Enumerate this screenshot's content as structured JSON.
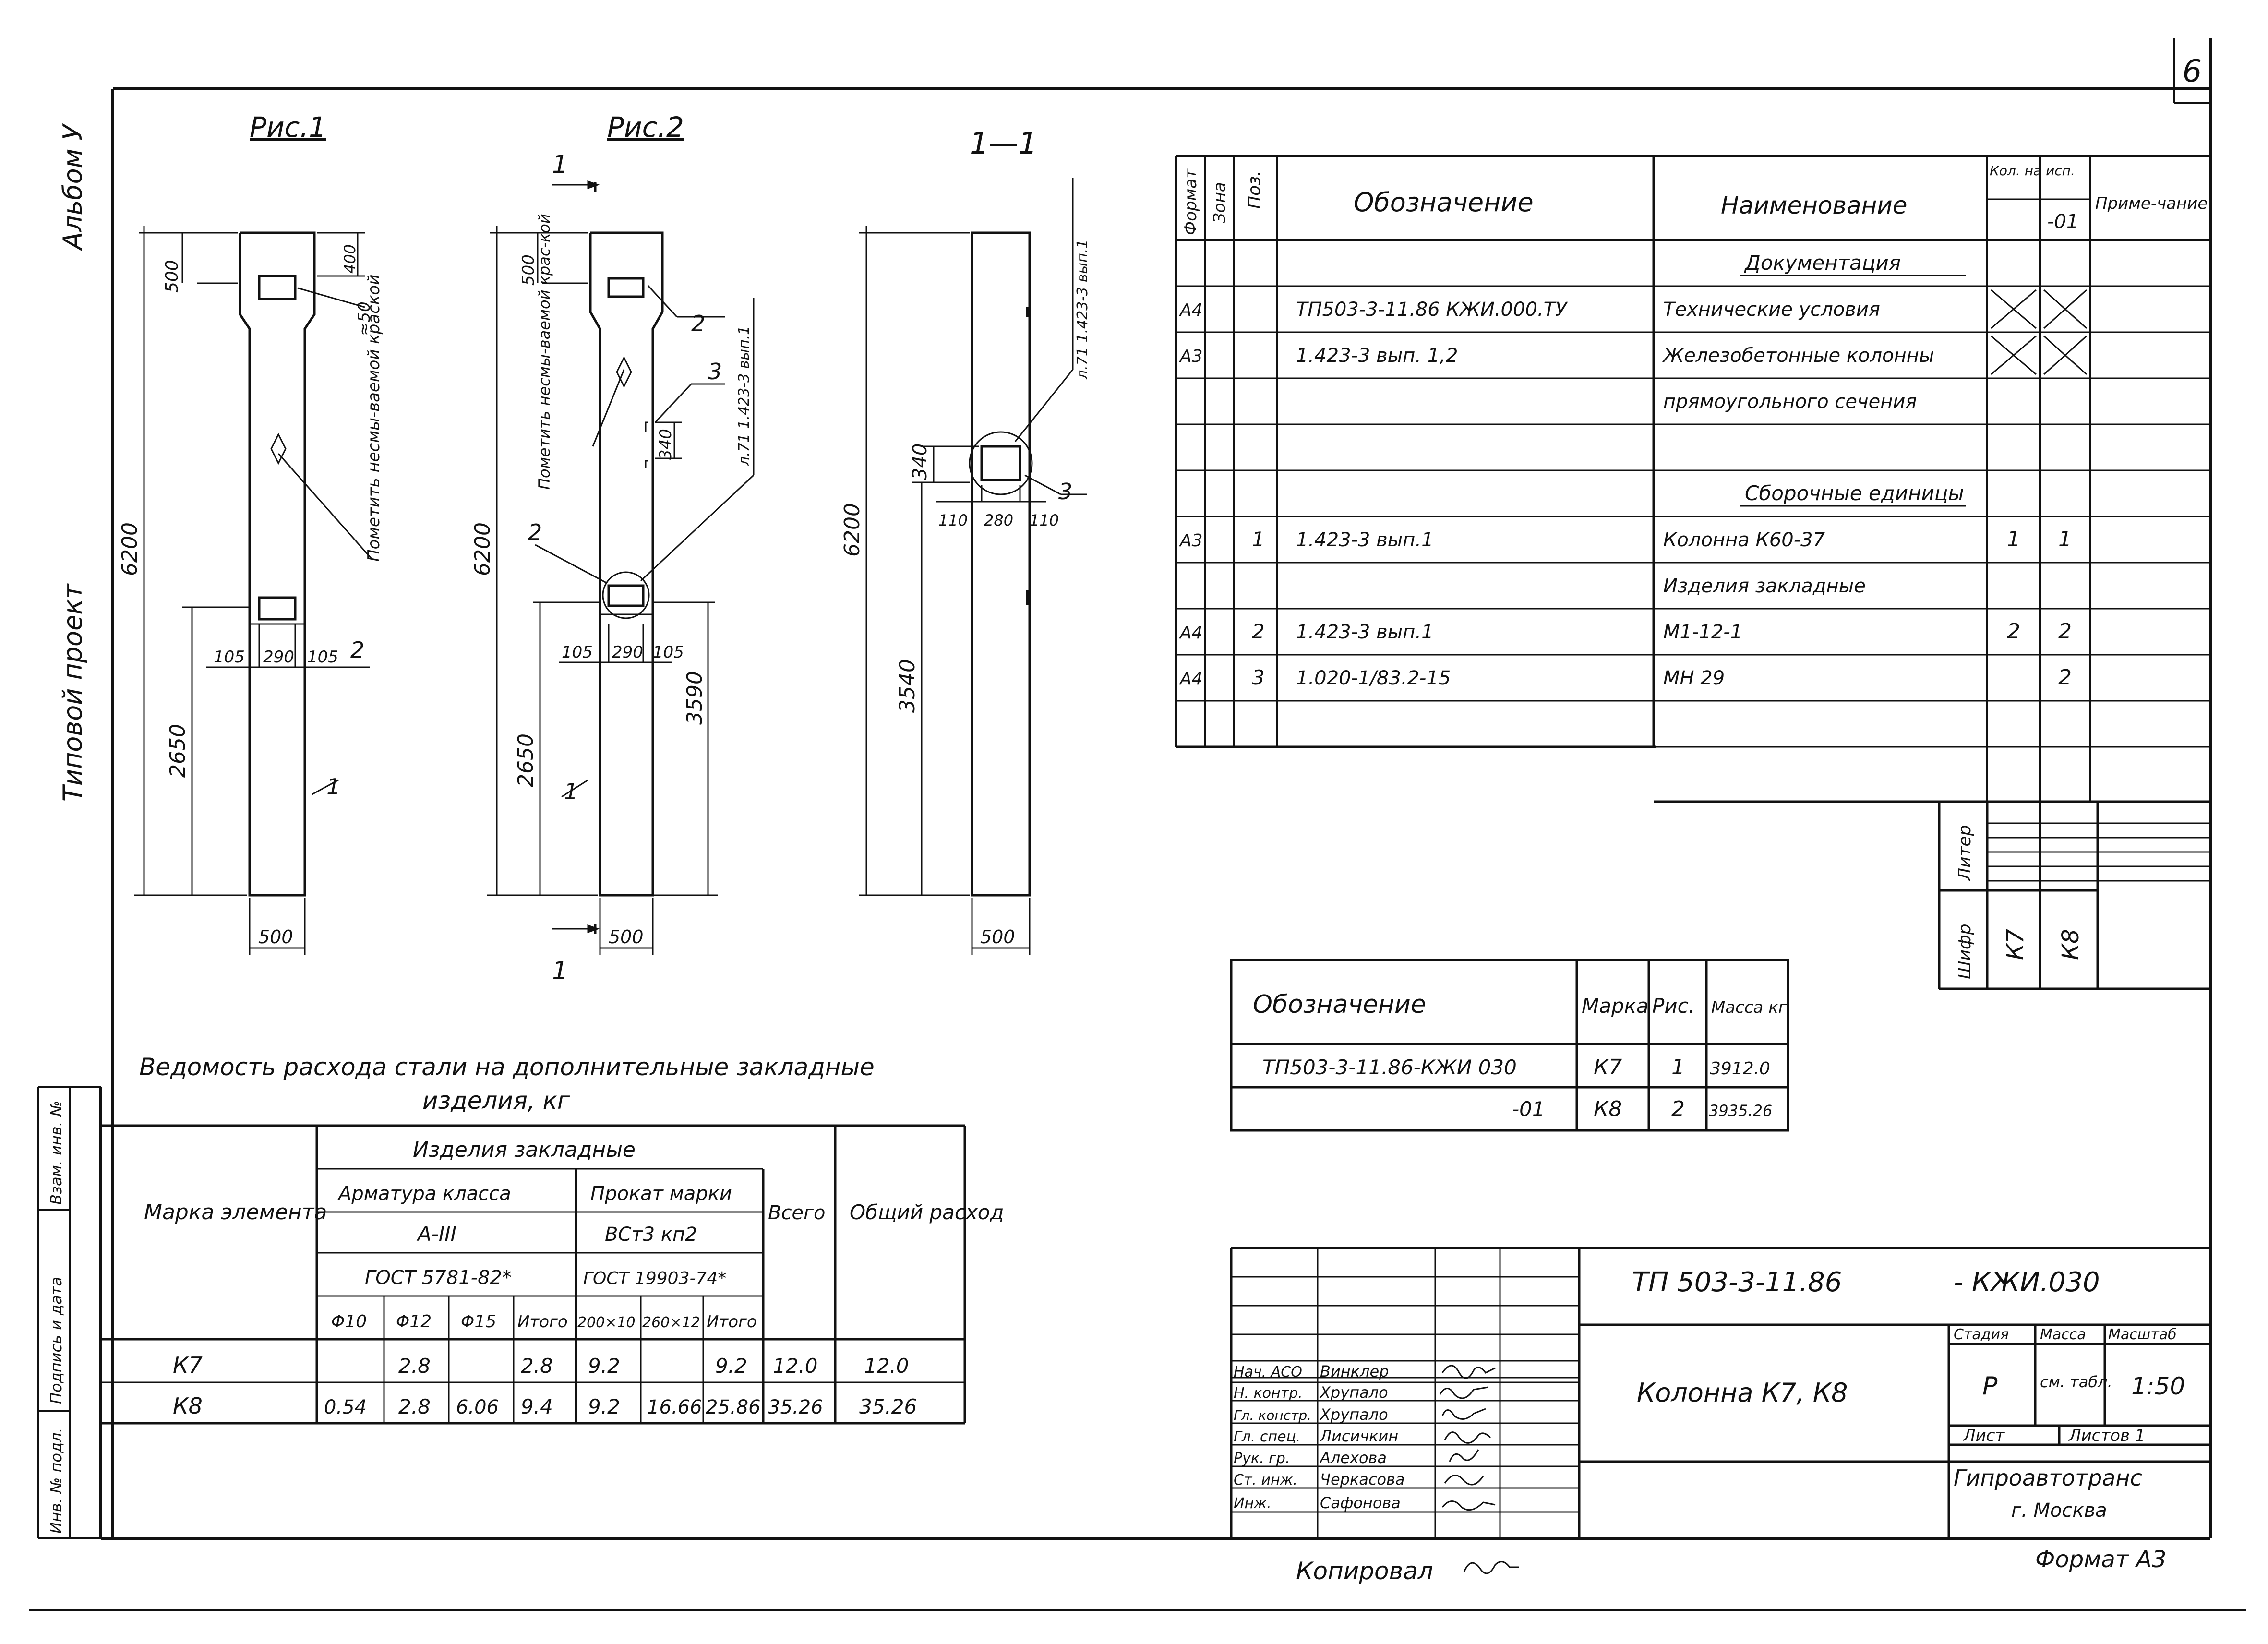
{
  "sheet": {
    "number": "6",
    "album": "Альбом У",
    "project_kind": "Типовой проект",
    "format": "Формат А3",
    "copied_by": "Копировал"
  },
  "side_stamp": [
    "Инв. № подл.",
    "Подпись и дата",
    "Взам. инв. №"
  ],
  "figures": {
    "fig1": {
      "title": "Рис.1",
      "dims": [
        "500",
        "400",
        "6200",
        "2650",
        "105",
        "290",
        "105",
        "500",
        "≈50"
      ],
      "note": "Пометить несмы-ваемой краской",
      "callouts": [
        "2",
        "1"
      ]
    },
    "fig2": {
      "title": "Рис.2",
      "dims": [
        "500",
        "6200",
        "2650",
        "3590",
        "105",
        "290",
        "105",
        "500",
        "340"
      ],
      "note": "Пометить несмы-ваемой крас-кой",
      "callouts": [
        "2",
        "3",
        "2",
        "1"
      ],
      "ref": "л.71 1.423-3 вып.1",
      "section_mark": "1"
    },
    "sec11": {
      "title": "1—1",
      "dims": [
        "6200",
        "3540",
        "340",
        "110",
        "280",
        "110",
        "500"
      ],
      "ref": "л.71 1.423-3 вып.1",
      "callouts": [
        "3"
      ]
    }
  },
  "spec_table": {
    "headers": {
      "format": "Формат",
      "zone": "Зона",
      "pos": "Поз.",
      "designation": "Обозначение",
      "name": "Наименование",
      "qty": "Кол. на исп.",
      "qty_cols": [
        "",
        "-01"
      ],
      "note": "Приме-чание"
    },
    "rows": [
      {
        "format": "",
        "zone": "",
        "pos": "",
        "designation": "",
        "name": "Документация",
        "q1": "",
        "q2": "",
        "note": "",
        "kind": "section"
      },
      {
        "format": "А4",
        "zone": "",
        "pos": "",
        "designation": "ТП503-3-11.86 КЖИ.000.ТУ",
        "name": "Технические условия",
        "q1": "",
        "q2": "",
        "note": "",
        "kind": "crossed"
      },
      {
        "format": "А3",
        "zone": "",
        "pos": "",
        "designation": "1.423-3 вып. 1,2",
        "name": "Железобетонные колонны",
        "q1": "",
        "q2": "",
        "note": "",
        "kind": "crossed"
      },
      {
        "format": "",
        "zone": "",
        "pos": "",
        "designation": "",
        "name": "прямоугольного сечения",
        "q1": "",
        "q2": "",
        "note": "",
        "kind": "plain"
      },
      {
        "format": "",
        "zone": "",
        "pos": "",
        "designation": "",
        "name": "",
        "q1": "",
        "q2": "",
        "note": "",
        "kind": "plain"
      },
      {
        "format": "",
        "zone": "",
        "pos": "",
        "designation": "",
        "name": "Сборочные единицы",
        "q1": "",
        "q2": "",
        "note": "",
        "kind": "section"
      },
      {
        "format": "А3",
        "zone": "",
        "pos": "1",
        "designation": "1.423-3 вып.1",
        "name": "Колонна К60-37",
        "q1": "1",
        "q2": "1",
        "note": "",
        "kind": "plain"
      },
      {
        "format": "",
        "zone": "",
        "pos": "",
        "designation": "",
        "name": "Изделия закладные",
        "q1": "",
        "q2": "",
        "note": "",
        "kind": "plain"
      },
      {
        "format": "А4",
        "zone": "",
        "pos": "2",
        "designation": "1.423-3 вып.1",
        "name": "М1-12-1",
        "q1": "2",
        "q2": "2",
        "note": "",
        "kind": "plain"
      },
      {
        "format": "А4",
        "zone": "",
        "pos": "3",
        "designation": "1.020-1/83.2-15",
        "name": "МН 29",
        "q1": "",
        "q2": "2",
        "note": "",
        "kind": "plain"
      },
      {
        "format": "",
        "zone": "",
        "pos": "",
        "designation": "",
        "name": "",
        "q1": "",
        "q2": "",
        "note": "",
        "kind": "plain"
      }
    ]
  },
  "variant_table": {
    "headers": [
      "Обозначение",
      "Марка",
      "Рис.",
      "Масса кг"
    ],
    "rows": [
      [
        "ТП503-3-11.86-КЖИ 030",
        "К7",
        "1",
        "3912.0"
      ],
      [
        "-01",
        "К8",
        "2",
        "3935.26"
      ]
    ]
  },
  "litera_block": {
    "litera": "Литер",
    "cipher": "Шифр",
    "k7": "К7",
    "k8": "К8"
  },
  "steel_table": {
    "title_line1": "Ведомость расхода стали на дополнительные закладные",
    "title_line2": "изделия, кг",
    "h_mark": "Марка элемента",
    "h_items": "Изделия закладные",
    "h_rebar": "Арматура класса",
    "h_rebar_class": "А-III",
    "h_rebar_gost": "ГОСТ 5781-82*",
    "h_roll": "Прокат марки",
    "h_roll_grade": "ВСт3 кп2",
    "h_roll_gost": "ГОСТ 19903-74*",
    "h_total": "Всего",
    "h_overall": "Общий расход",
    "subcols": [
      "Φ10",
      "Φ12",
      "Φ15",
      "Итого",
      "200×10",
      "260×12",
      "Итого"
    ],
    "rows": [
      [
        "К7",
        "",
        "2.8",
        "",
        "2.8",
        "9.2",
        "",
        "9.2",
        "12.0",
        "12.0"
      ],
      [
        "К8",
        "0.54",
        "2.8",
        "6.06",
        "9.4",
        "9.2",
        "16.66",
        "25.86",
        "35.26",
        "35.26"
      ]
    ]
  },
  "title_block": {
    "code": "ТП 503-3-11.86",
    "code_suffix": "- КЖИ.030",
    "name": "Колонна К7, К8",
    "stage_h": "Стадия",
    "mass_h": "Масса",
    "scale_h": "Масштаб",
    "stage": "Р",
    "mass": "см. табл.",
    "scale": "1:50",
    "sheet_h": "Лист",
    "sheets_h": "Листов 1",
    "org1": "Гипроавтотранс",
    "org2": "г. Москва",
    "staff": [
      {
        "role": "Нач. АСО",
        "name": "Винклер"
      },
      {
        "role": "Н. контр.",
        "name": "Хрупало"
      },
      {
        "role": "Гл. констр.",
        "name": "Хрупало"
      },
      {
        "role": "Гл. спец.",
        "name": "Лисичкин"
      },
      {
        "role": "Рук. гр.",
        "name": "Алехова"
      },
      {
        "role": "Ст. инж.",
        "name": "Черкасова"
      },
      {
        "role": "Инж.",
        "name": "Сафонова"
      }
    ]
  }
}
